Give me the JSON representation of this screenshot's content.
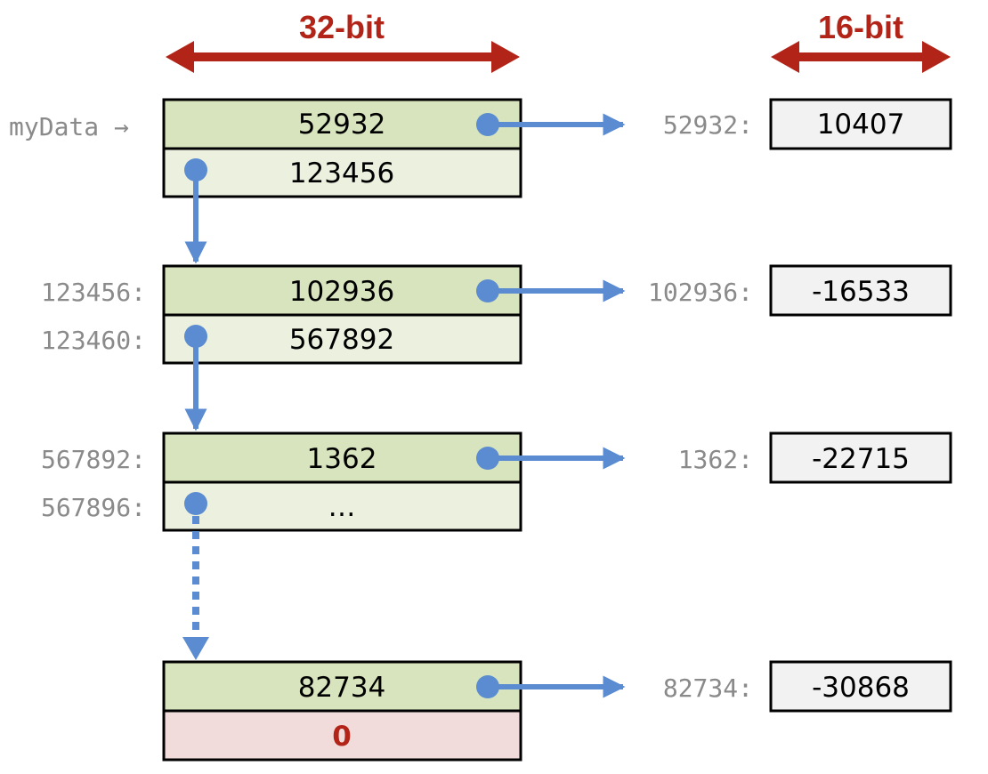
{
  "headers": {
    "left": "32-bit",
    "right": "16-bit"
  },
  "pointer_label": "myData →",
  "nodes": [
    {
      "value": "52932",
      "next": "123456",
      "value_addr": "",
      "next_addr": ""
    },
    {
      "value": "102936",
      "next": "567892",
      "value_addr": "123456:",
      "next_addr": "123460:"
    },
    {
      "value": "1362",
      "next": "…",
      "value_addr": "567892:",
      "next_addr": "567896:"
    },
    {
      "value": "82734",
      "next": "0",
      "value_addr": "",
      "next_addr": ""
    }
  ],
  "targets": [
    {
      "addr": "52932:",
      "value": "10407"
    },
    {
      "addr": "102936:",
      "value": "-16533"
    },
    {
      "addr": "1362:",
      "value": "-22715"
    },
    {
      "addr": "82734:",
      "value": "-30868"
    }
  ],
  "colors": {
    "header_red": "#b22418",
    "value_cell": "#d7e4bd",
    "next_cell": "#ebf1de",
    "null_cell": "#f2dcdb",
    "target_cell": "#f2f2f2",
    "arrow_blue": "#5b8bd0",
    "address_gray": "#8a8a8a"
  },
  "icons": {
    "width_arrows": "double-headed-arrow",
    "pointer_dot": "filled-circle",
    "pointer_arrow": "arrow-right"
  }
}
